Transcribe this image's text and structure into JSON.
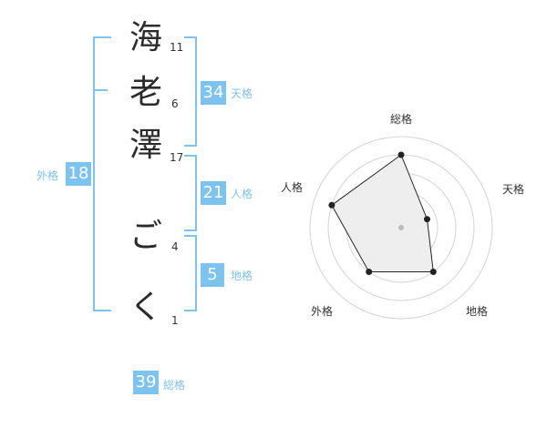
{
  "name_chars": [
    {
      "char": "海",
      "strokes": "11"
    },
    {
      "char": "老",
      "strokes": "6"
    },
    {
      "char": "澤",
      "strokes": "17"
    },
    {
      "char": "ご",
      "strokes": "4"
    },
    {
      "char": "く",
      "strokes": "1"
    }
  ],
  "scores": {
    "tenkaku": {
      "value": "34",
      "label": "天格"
    },
    "jinkaku": {
      "value": "21",
      "label": "人格"
    },
    "chikaku": {
      "value": "5",
      "label": "地格"
    },
    "gaikaku": {
      "value": "18",
      "label": "外格"
    },
    "soukaku": {
      "value": "39",
      "label": "総格"
    }
  },
  "radar": {
    "axes": [
      "総格",
      "天格",
      "地格",
      "外格",
      "人格"
    ],
    "levels": 5,
    "values": [
      4,
      1.5,
      3,
      3,
      4
    ]
  },
  "colors": {
    "accent": "#7cc3ef",
    "radar_fill": "#eeeeee",
    "radar_ring": "#d4d4d4"
  }
}
